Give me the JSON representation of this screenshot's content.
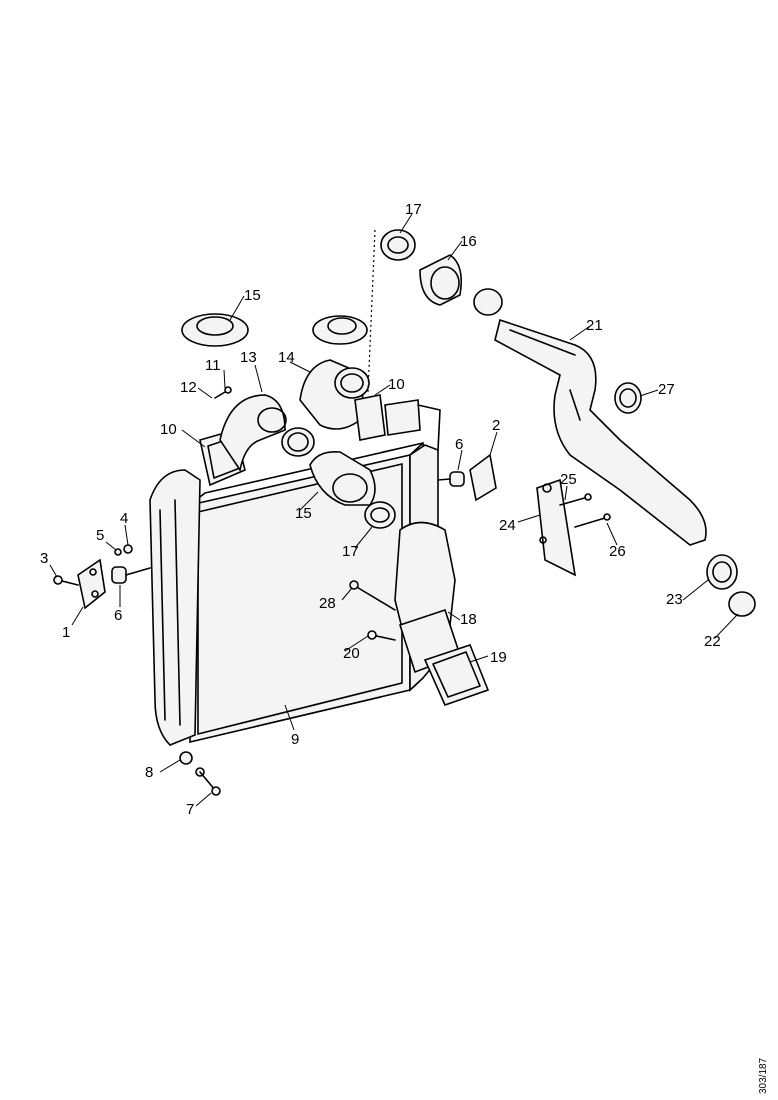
{
  "drawing_reference": "303/187",
  "callouts": [
    {
      "id": "c1",
      "label": "1"
    },
    {
      "id": "c2",
      "label": "2"
    },
    {
      "id": "c3",
      "label": "3"
    },
    {
      "id": "c4",
      "label": "4"
    },
    {
      "id": "c5",
      "label": "5"
    },
    {
      "id": "c6a",
      "label": "6"
    },
    {
      "id": "c6b",
      "label": "6"
    },
    {
      "id": "c7",
      "label": "7"
    },
    {
      "id": "c8",
      "label": "8"
    },
    {
      "id": "c9",
      "label": "9"
    },
    {
      "id": "c10a",
      "label": "10"
    },
    {
      "id": "c10b",
      "label": "10"
    },
    {
      "id": "c11",
      "label": "11"
    },
    {
      "id": "c12",
      "label": "12"
    },
    {
      "id": "c13",
      "label": "13"
    },
    {
      "id": "c14",
      "label": "14"
    },
    {
      "id": "c15a",
      "label": "15"
    },
    {
      "id": "c15b",
      "label": "15"
    },
    {
      "id": "c16",
      "label": "16"
    },
    {
      "id": "c17a",
      "label": "17"
    },
    {
      "id": "c17b",
      "label": "17"
    },
    {
      "id": "c18",
      "label": "18"
    },
    {
      "id": "c19",
      "label": "19"
    },
    {
      "id": "c20",
      "label": "20"
    },
    {
      "id": "c21",
      "label": "21"
    },
    {
      "id": "c22",
      "label": "22"
    },
    {
      "id": "c23",
      "label": "23"
    },
    {
      "id": "c24",
      "label": "24"
    },
    {
      "id": "c25",
      "label": "25"
    },
    {
      "id": "c26",
      "label": "26"
    },
    {
      "id": "c27",
      "label": "27"
    },
    {
      "id": "c28",
      "label": "28"
    }
  ]
}
